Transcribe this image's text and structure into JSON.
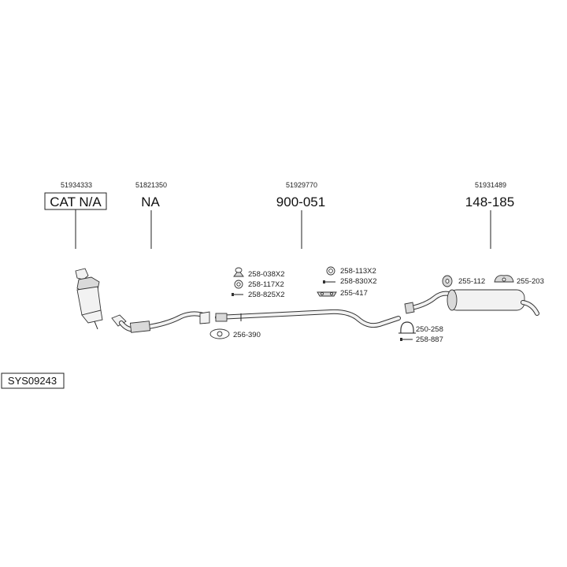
{
  "diagram": {
    "system_code": "SYS09243",
    "sections": [
      {
        "oem": "51934333",
        "ref": "CAT N/A",
        "boxed": true
      },
      {
        "oem": "51821350",
        "ref": "NA",
        "boxed": false
      },
      {
        "oem": "51929770",
        "ref": "900-051",
        "boxed": false
      },
      {
        "oem": "51931489",
        "ref": "148-185",
        "boxed": false
      }
    ],
    "hardware": {
      "h1": "258-038X2",
      "h2": "258-117X2",
      "h3": "258-825X2",
      "h4": "256-390",
      "h5": "258-113X2",
      "h6": "258-830X2",
      "h7": "255-417",
      "h8": "250-258",
      "h9": "258-887",
      "h10": "255-112",
      "h11": "255-203"
    }
  }
}
